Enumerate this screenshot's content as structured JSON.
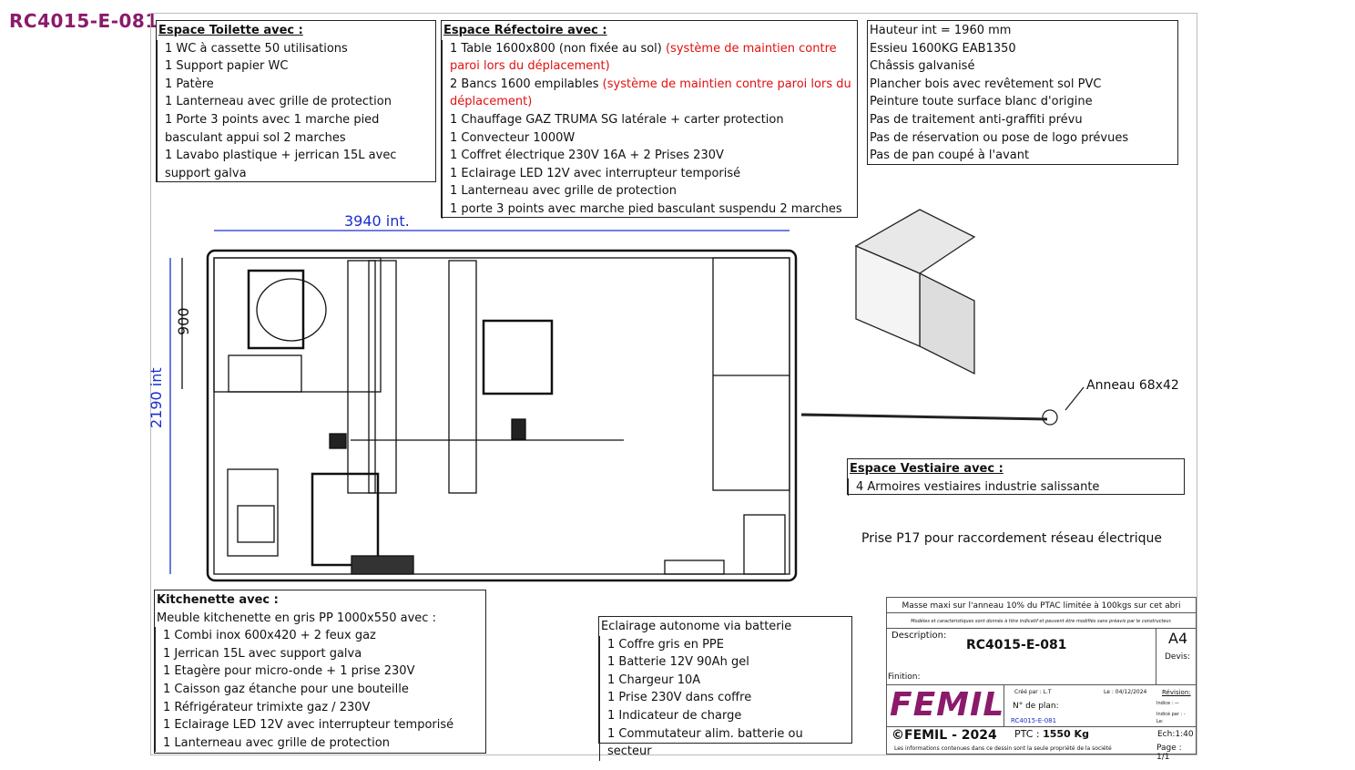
{
  "drawing_ref": "RC4015-E-081",
  "toilette": {
    "title": "Espace Toilette avec :",
    "items": [
      "1 WC à cassette 50 utilisations",
      "1 Support papier WC",
      "1 Patère",
      "1 Lanterneau avec grille de protection",
      "1 Porte 3 points avec 1 marche pied basculant appui sol 2 marches",
      "1 Lavabo plastique + jerrican 15L avec support galva"
    ]
  },
  "refectoire": {
    "title": "Espace Réfectoire avec :",
    "items": [
      {
        "text": "1 Table 1600x800 (non fixée au sol) ",
        "note": "(système de maintien contre paroi lors du déplacement)"
      },
      {
        "text": "2 Bancs 1600 empilables ",
        "note": "(système de maintien contre paroi lors du déplacement)"
      },
      {
        "text": "1 Chauffage GAZ TRUMA SG latérale + carter protection",
        "note": ""
      },
      {
        "text": "1 Convecteur 1000W",
        "note": ""
      },
      {
        "text": "1 Coffret électrique 230V 16A + 2 Prises 230V",
        "note": ""
      },
      {
        "text": "1 Eclairage LED 12V avec interrupteur temporisé",
        "note": ""
      },
      {
        "text": "1 Lanterneau avec grille de protection",
        "note": ""
      },
      {
        "text": "1 porte 3 points avec marche pied basculant suspendu 2 marches",
        "note": ""
      }
    ]
  },
  "specs": [
    "Hauteur int = 1960 mm",
    "Essieu 1600KG EAB1350",
    "Châssis galvanisé",
    "Plancher bois avec revêtement sol PVC",
    "Peinture toute surface blanc d'origine",
    "Pas de traitement anti-graffiti prévu",
    "Pas de réservation ou pose de logo prévues",
    "Pas de pan coupé à l'avant"
  ],
  "kitchenette": {
    "title": "Kitchenette avec :",
    "intro": "Meuble kitchenette en gris PP 1000x550 avec :",
    "items": [
      "1 Combi inox 600x420 + 2 feux gaz",
      "1 Jerrican 15L avec support galva",
      "1 Etagère pour micro-onde + 1 prise 230V",
      "1 Caisson gaz étanche pour une bouteille",
      "1 Réfrigérateur trimixte gaz / 230V",
      "1 Eclairage LED 12V avec interrupteur temporisé",
      "1 Lanterneau avec grille de protection"
    ]
  },
  "eclairage": {
    "title": "Eclairage autonome via batterie",
    "items": [
      "1 Coffre gris en PPE",
      "1 Batterie 12V 90Ah gel",
      "1 Chargeur 10A",
      "1 Prise 230V dans coffre",
      "1 Indicateur de charge",
      "1 Commutateur alim. batterie ou secteur"
    ]
  },
  "vestiaire": {
    "title": "Espace Vestiaire avec :",
    "items": [
      "4 Armoires vestiaires industrie salissante"
    ]
  },
  "labels": {
    "anneau": "Anneau 68x42",
    "prise": "Prise P17 pour raccordement réseau électrique"
  },
  "dimensions": {
    "width": "3940 int.",
    "height": "2190 int",
    "wc": "900"
  },
  "title_block": {
    "masse": "Masse maxi sur l'anneau 10% du PTAC limitée à 100kgs sur cet abri",
    "disclaimer": "Modèles et caractéristiques sont donnés à titre indicatif et peuvent être modifiés sans préavis par le constructeur.",
    "description_label": "Description:",
    "description": "RC4015-E-081",
    "format": "A4",
    "devis": "Devis:",
    "finition": "Finition:",
    "logo": "FEMIL",
    "cree_par": "Créé par : L.T",
    "date": "Le : 04/12/2024",
    "revision": "Révision:",
    "indice": "Indice : —",
    "indice_par": "Indicé par : -",
    "le": "Le:",
    "plan_label": "N° de plan:",
    "plan": "RC4015-E-081",
    "copyright": "©FEMIL - 2024",
    "ptc_label": "PTC :",
    "ptc": "1550 Kg",
    "echelle": "Ech:1:40",
    "footer": "Les informations contenues dans ce dessin sont la seule propriété de la société",
    "page": "Page : 1/1"
  },
  "colors": {
    "brand": "#8b1a6b",
    "dimension": "#1a2fd0",
    "note": "#e01010"
  }
}
